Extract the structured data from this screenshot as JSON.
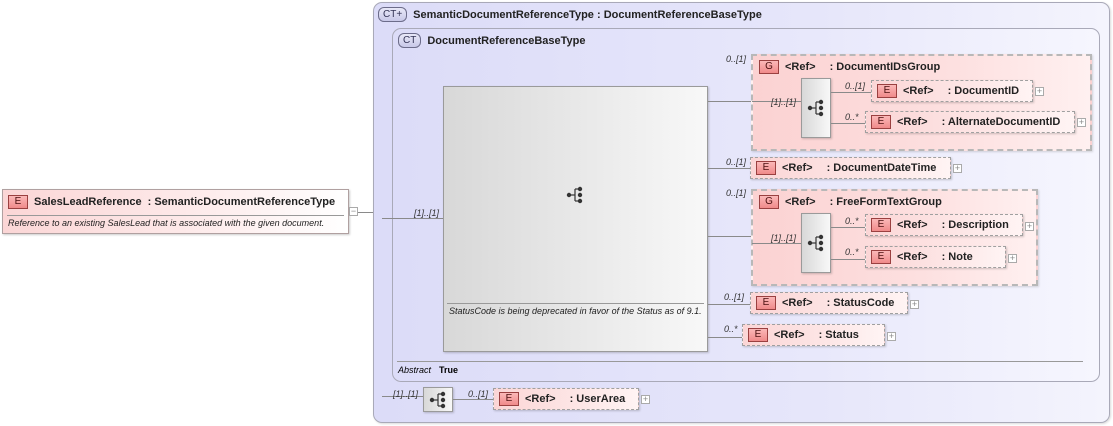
{
  "root_element": {
    "badge": "E",
    "name": "SalesLeadReference",
    "type": ": SemanticDocumentReferenceType",
    "documentation": "Reference to an existing SalesLead that is associated with the given document.",
    "collapse_symbol": "−"
  },
  "outer_type": {
    "badge": "CT+",
    "title": "SemanticDocumentReferenceType : DocumentReferenceBaseType"
  },
  "inner_type": {
    "badge": "CT",
    "title": "DocumentReferenceBaseType",
    "main_sequence_cardinality": "[1]..[1]",
    "sequence_note": "StatusCode is being deprecated in favor of the Status as of 9.1.",
    "abstract_label": "Abstract",
    "abstract_value": "True"
  },
  "children": {
    "document_ids_group": {
      "cardinality": "0..[1]",
      "badge": "G",
      "ref": "<Ref>",
      "name": ": DocumentIDsGroup",
      "sequence_cardinality": "[1]..[1]",
      "items": [
        {
          "cardinality": "0..[1]",
          "badge": "E",
          "ref": "<Ref>",
          "name": ": DocumentID"
        },
        {
          "cardinality": "0..*",
          "badge": "E",
          "ref": "<Ref>",
          "name": ": AlternateDocumentID"
        }
      ]
    },
    "document_date_time": {
      "cardinality": "0..[1]",
      "badge": "E",
      "ref": "<Ref>",
      "name": ": DocumentDateTime"
    },
    "free_form_text_group": {
      "cardinality": "0..[1]",
      "badge": "G",
      "ref": "<Ref>",
      "name": ": FreeFormTextGroup",
      "sequence_cardinality": "[1]..[1]",
      "items": [
        {
          "cardinality": "0..*",
          "badge": "E",
          "ref": "<Ref>",
          "name": ": Description"
        },
        {
          "cardinality": "0..*",
          "badge": "E",
          "ref": "<Ref>",
          "name": ": Note"
        }
      ]
    },
    "status_code": {
      "cardinality": "0..[1]",
      "badge": "E",
      "ref": "<Ref>",
      "name": ": StatusCode"
    },
    "status": {
      "cardinality": "0..*",
      "badge": "E",
      "ref": "<Ref>",
      "name": ": Status"
    }
  },
  "extension": {
    "sequence_cardinality": "[1]..[1]",
    "user_area": {
      "cardinality": "0..[1]",
      "badge": "E",
      "ref": "<Ref>",
      "name": ": UserArea"
    }
  },
  "expand_symbol": "+"
}
